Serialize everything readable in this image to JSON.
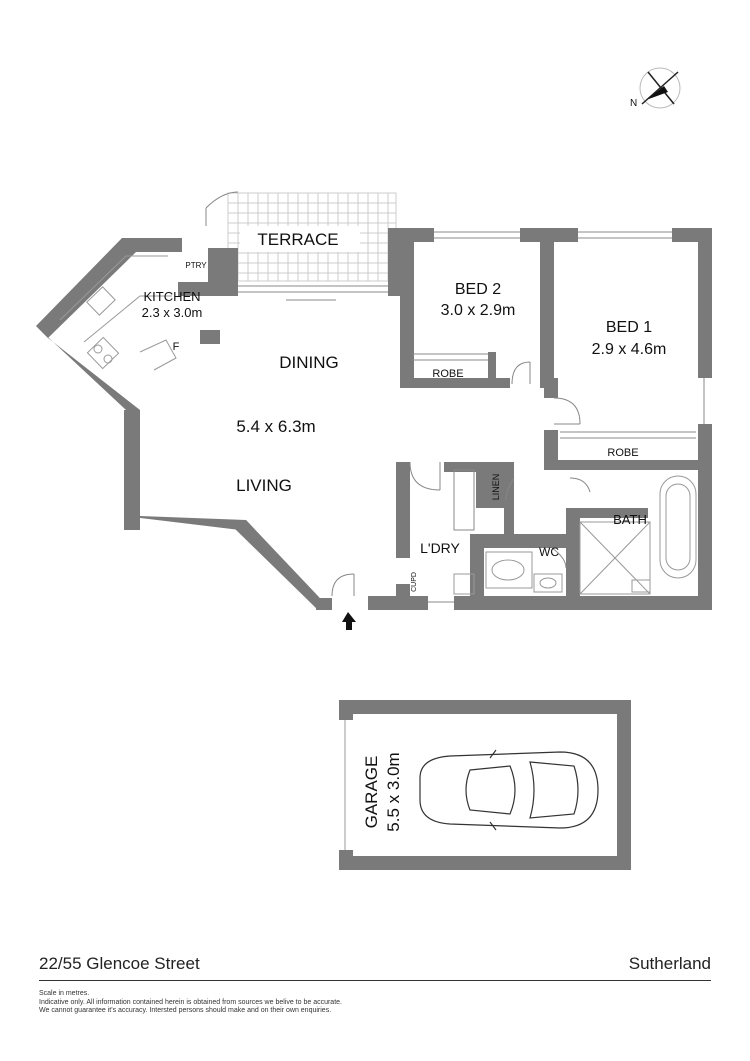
{
  "plan": {
    "compass_letter": "N",
    "rooms": {
      "terrace": "TERRACE",
      "pantry": "PTRY",
      "kitchen": "KITCHEN",
      "kitchen_size": "2.3 x 3.0m",
      "fridge": "F",
      "dining": "DINING",
      "living_size": "5.4 x 6.3m",
      "living": "LIVING",
      "bed2": "BED 2",
      "bed2_size": "3.0 x 2.9m",
      "robe_bed2": "ROBE",
      "bed1": "BED 1",
      "bed1_size": "2.9 x 4.6m",
      "robe_bed1": "ROBE",
      "linen": "LINEN",
      "laundry": "L'DRY",
      "cupboard": "CUPD",
      "wc": "WC",
      "bath": "BATH",
      "garage": "GARAGE",
      "garage_size": "5.5 x 3.0m"
    }
  },
  "footer": {
    "address": "22/55 Glencoe Street",
    "suburb": "Sutherland",
    "disclaimer": [
      "Scale in metres.",
      "Indicative only. All information contained herein is obtained from sources we belive to be accurate.",
      "We cannot guarantee it's accuracy. Intersted persons should make and on their own enquiries."
    ]
  }
}
